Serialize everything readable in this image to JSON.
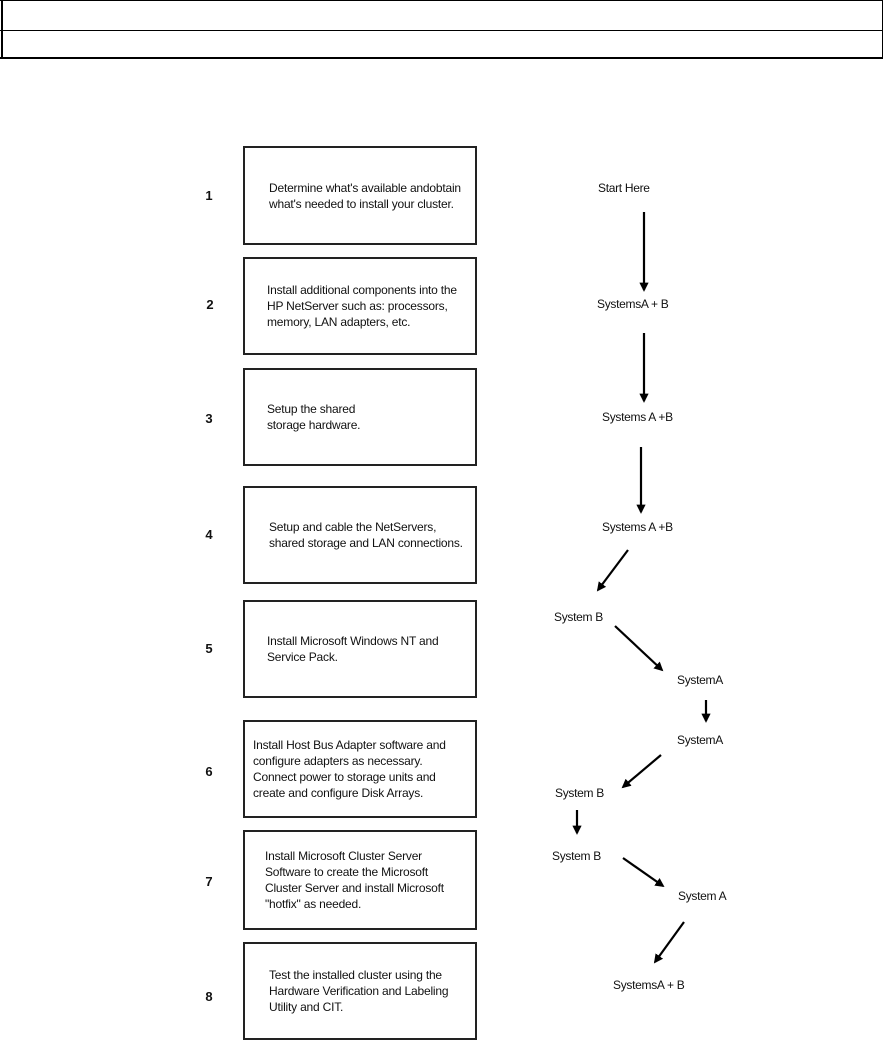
{
  "steps": [
    {
      "number": "1",
      "text": "Determine what's available andobtain what's needed to install your cluster."
    },
    {
      "number": "2",
      "text": "Install additional components into the HP NetServer such as: processors, memory, LAN adapters, etc."
    },
    {
      "number": "3",
      "text": "Setup the shared storage hardware."
    },
    {
      "number": "4",
      "text": "Setup and cable the NetServers, shared storage and LAN connections."
    },
    {
      "number": "5",
      "text": "Install Microsoft Windows NT and Service Pack."
    },
    {
      "number": "6",
      "text": "Install Host Bus Adapter software and configure adapters as necessary. Connect power to storage units and create and configure Disk Arrays."
    },
    {
      "number": "7",
      "text": "Install Microsoft Cluster Server Software to create the Microsoft Cluster Server and install Microsoft \"hotfix\" as needed."
    },
    {
      "number": "8",
      "text": "Test the installed cluster using the Hardware Verification and Labeling Utility and CIT."
    }
  ],
  "flow_labels": {
    "start": "Start Here",
    "s2": "SystemsA + B",
    "s3": "Systems A +B",
    "s4": "Systems A +B",
    "s5": "System B",
    "s5b": "SystemA",
    "s6a": "SystemA",
    "s6b": "System B",
    "s7a": "System B",
    "s7b": "System A",
    "s8": "SystemsA + B"
  }
}
